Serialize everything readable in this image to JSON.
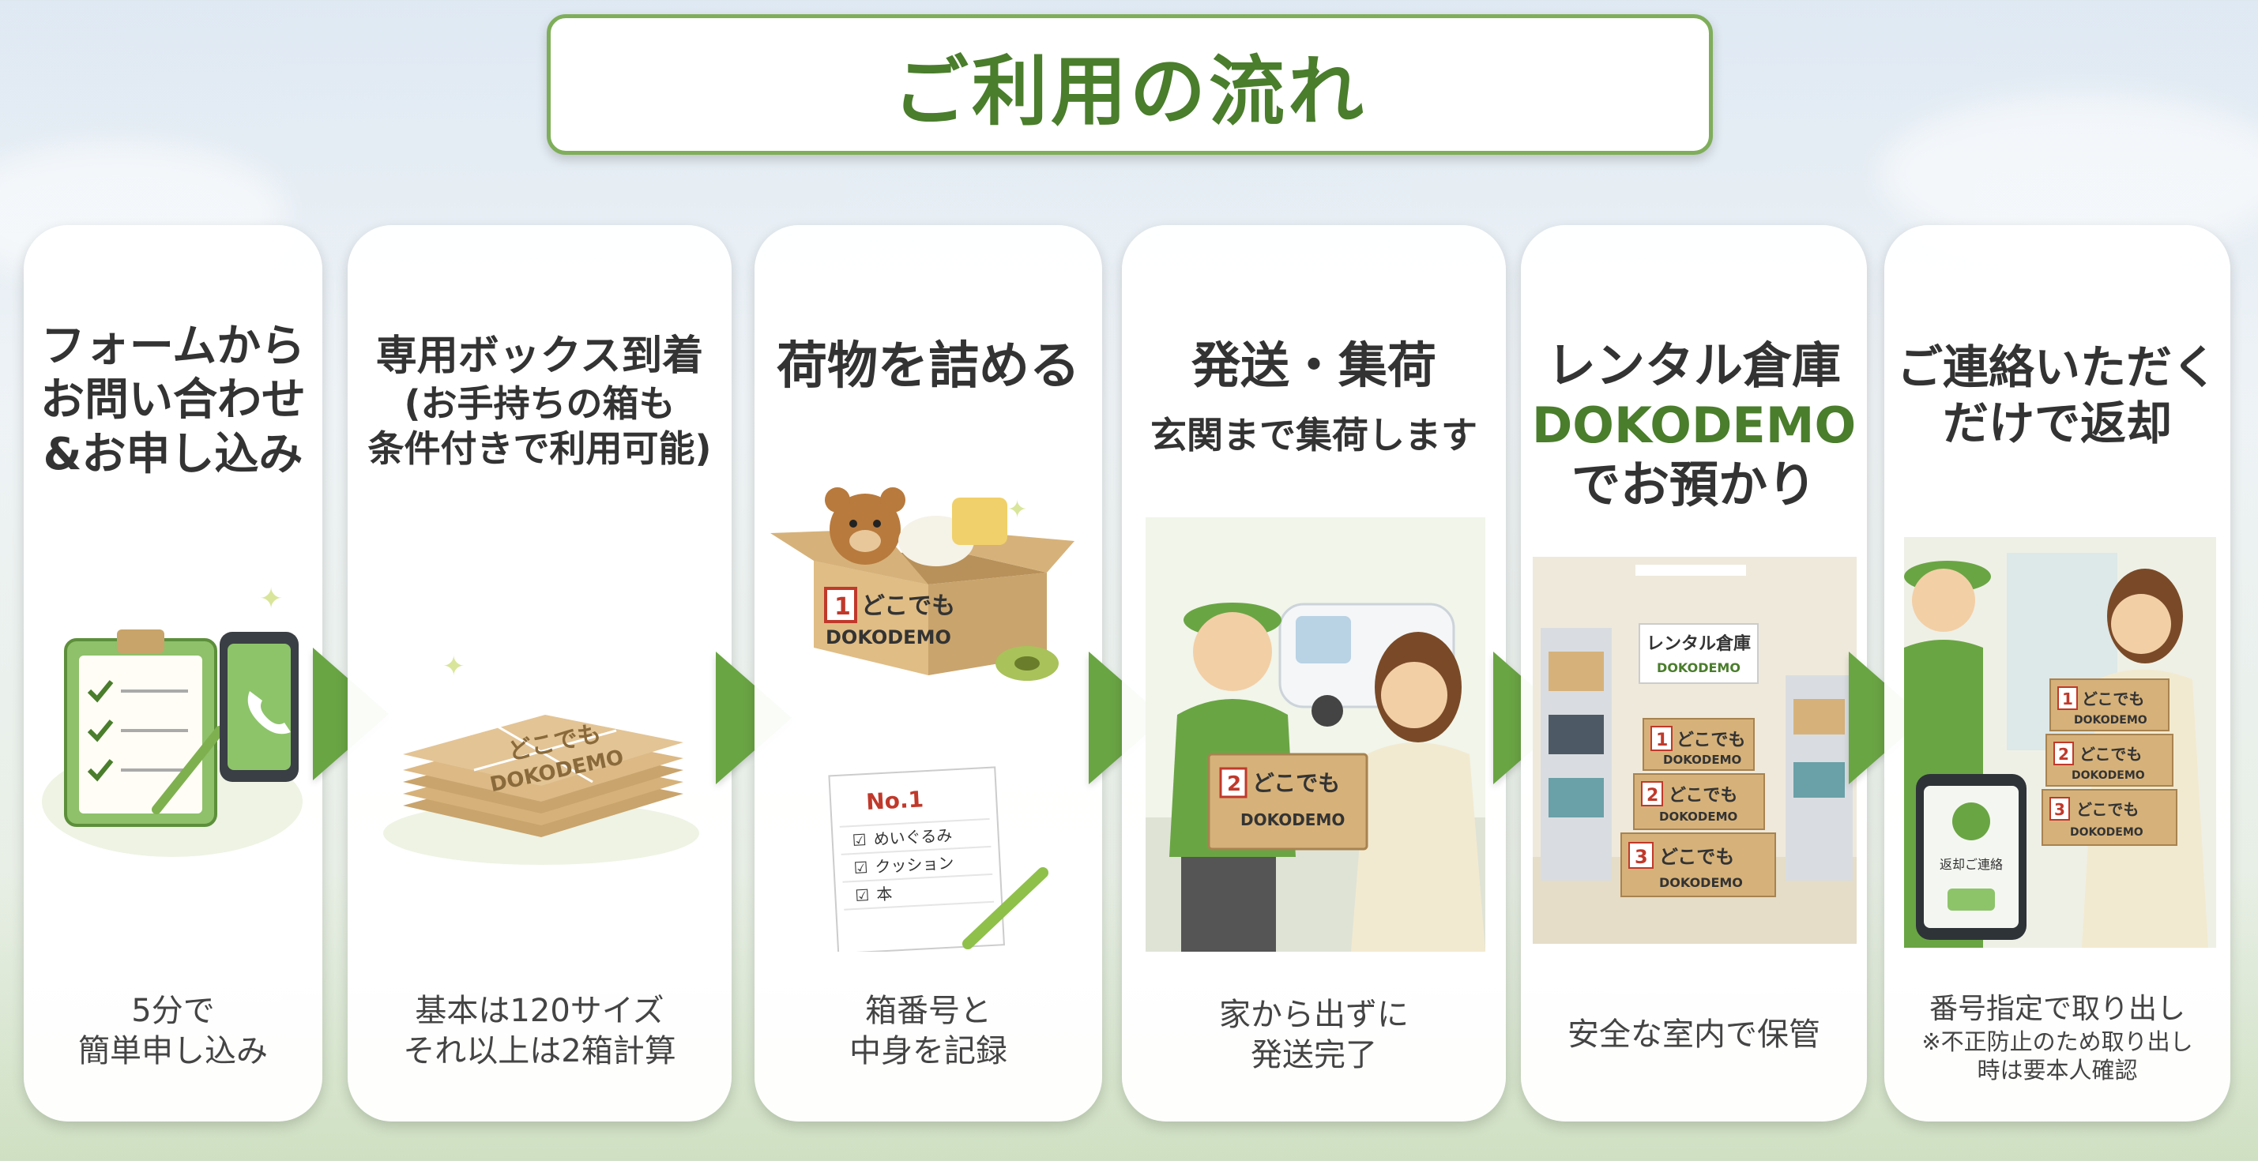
{
  "title": "ご利用の流れ",
  "colors": {
    "accent_green": "#4a7d2c",
    "arrow_green": "#6aa544",
    "card_bg": "#ffffff"
  },
  "steps": [
    {
      "heading": [
        "フォームから",
        "お問い合わせ",
        "&お申し込み"
      ],
      "caption": [
        "5分で",
        "簡単申し込み"
      ],
      "icons": [
        "clipboard-checklist-icon",
        "smartphone-call-icon"
      ]
    },
    {
      "heading": [
        "専用ボックス到着",
        "(お手持ちの箱も",
        "条件付きで利用可能)"
      ],
      "caption": [
        "基本は120サイズ",
        "それ以上は2箱計算"
      ],
      "box_label": "どこでも",
      "box_brand": "DOKODEMO"
    },
    {
      "heading": [
        "荷物を詰める"
      ],
      "caption": [
        "箱番号と",
        "中身を記録"
      ],
      "box_number": "1",
      "box_label": "どこでも",
      "box_brand": "DOKODEMO",
      "note_title": "No.1",
      "note_items": [
        "めいぐるみ",
        "クッション",
        "本"
      ]
    },
    {
      "heading": [
        "発送・集荷"
      ],
      "sub": "玄関まで集荷します",
      "caption": [
        "家から出ずに",
        "発送完了"
      ],
      "box_number": "2",
      "box_label": "どこでも",
      "box_brand": "DOKODEMO"
    },
    {
      "heading": [
        "レンタル倉庫",
        "DOKODEMO",
        "でお預かり"
      ],
      "caption": [
        "安全な室内で保管"
      ],
      "sign_title": "レンタル倉庫",
      "sign_brand": "DOKODEMO",
      "boxes": [
        {
          "number": "1",
          "label": "どこでも",
          "brand": "DOKODEMO"
        },
        {
          "number": "2",
          "label": "どこでも",
          "brand": "DOKODEMO"
        },
        {
          "number": "3",
          "label": "どこでも",
          "brand": "DOKODEMO"
        }
      ]
    },
    {
      "heading": [
        "ご連絡いただく",
        "だけで返却"
      ],
      "caption": [
        "番号指定で取り出し"
      ],
      "caption_note": [
        "※不正防止のため取り出し",
        "時は要本人確認"
      ],
      "phone_text": "返却ご連絡",
      "boxes": [
        {
          "number": "1",
          "label": "どこでも",
          "brand": "DOKODEMO"
        },
        {
          "number": "2",
          "label": "どこでも",
          "brand": "DOKODEMO"
        },
        {
          "number": "3",
          "label": "どこでも",
          "brand": "DOKODEMO"
        }
      ]
    }
  ]
}
